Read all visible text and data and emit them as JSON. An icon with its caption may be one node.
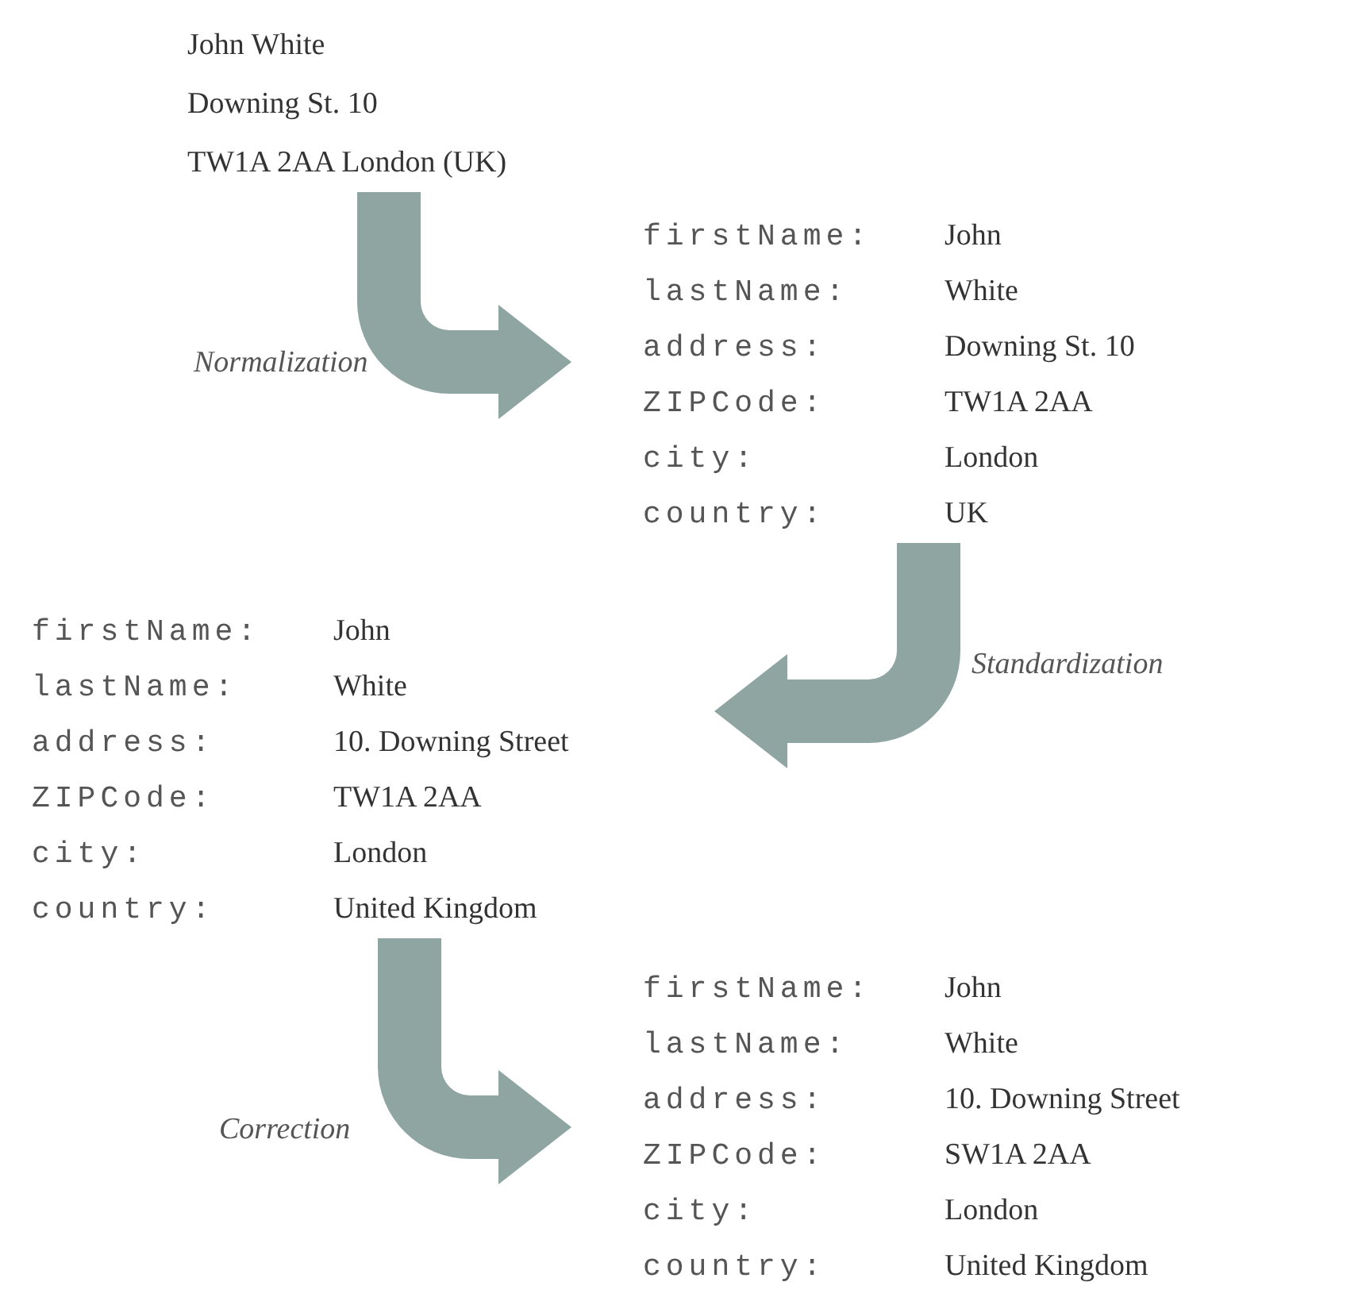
{
  "diagram": {
    "nodes": [
      {
        "text": [
          "John White",
          "Downing St. 10",
          "TW1A 2AA London (UK)"
        ]
      },
      {
        "text": [
          "firstName:",
          "John",
          "lastName:",
          "White",
          "address:",
          "Downing St. 10",
          "ZIPCode:",
          "TW1A 2AA",
          "city:",
          "London",
          "country:",
          "UK"
        ]
      },
      {
        "text": [
          "firstName:",
          "John",
          "lastName:",
          "White",
          "address:",
          "10. Downing Street",
          "ZIPCode:",
          "TW1A 2AA",
          "city:",
          "London",
          "country:",
          "United Kingdom"
        ]
      },
      {
        "text": [
          "firstName:",
          "John",
          "lastName:",
          "White",
          "address:",
          "10. Downing Street",
          "ZIPCode:",
          "SW1A 2AA",
          "city:",
          "London",
          "country:",
          "United Kingdom"
        ]
      }
    ],
    "edges": [
      {
        "from": 0,
        "to": 1,
        "arrow": "to",
        "label": "Normalization",
        "style": "thick"
      },
      {
        "from": 1,
        "to": 2,
        "arrow": "to",
        "label": "Standardization",
        "style": "thick"
      },
      {
        "from": 2,
        "to": 3,
        "arrow": "to",
        "label": "Correction",
        "style": "thick"
      }
    ]
  }
}
